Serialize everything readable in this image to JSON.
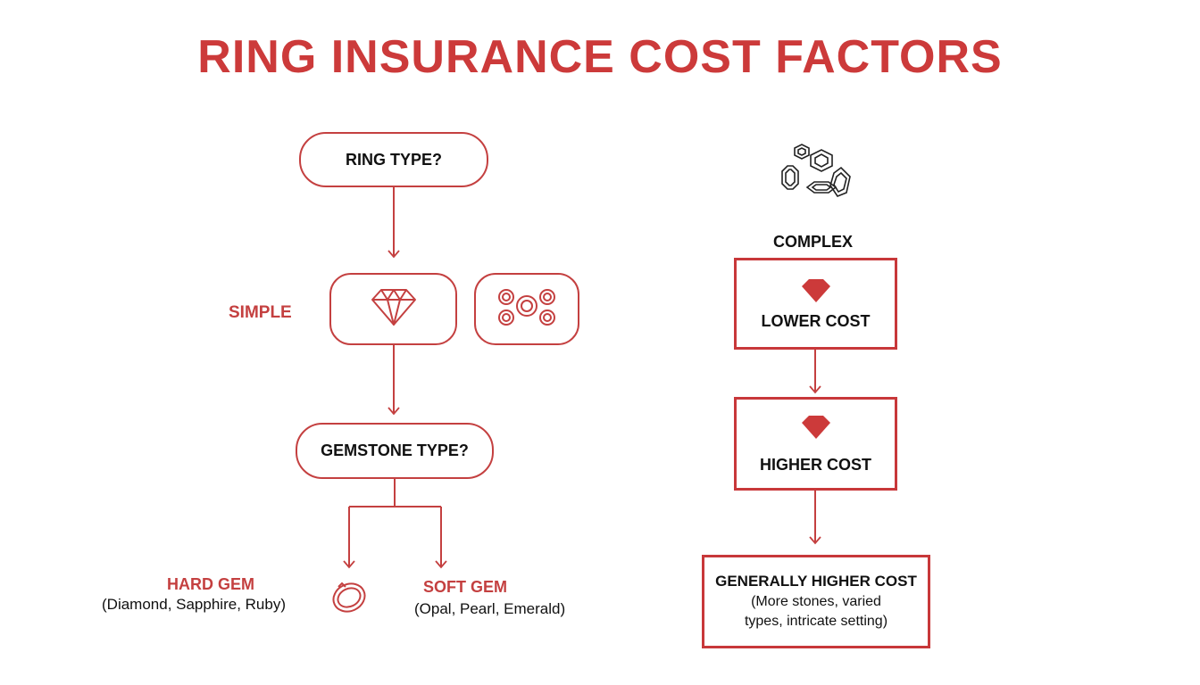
{
  "title": "RING INSURANCE COST FACTORS",
  "colors": {
    "accent": "#cc3a3a",
    "stroke": "#c44040",
    "text": "#111111"
  },
  "nodes": {
    "ring_type": "RING TYPE?",
    "simple_label": "SIMPLE",
    "gemstone_type": "GEMSTONE TYPE?",
    "hard_gem": {
      "title": "HARD GEM",
      "examples": "(Diamond, Sapphire, Ruby)"
    },
    "soft_gem": {
      "title": "SOFT GEM",
      "examples": "(Opal, Pearl, Emerald)"
    },
    "complex_label": "COMPLEX",
    "lower_cost": "LOWER COST",
    "higher_cost": "HIGHER COST",
    "generally_higher": {
      "title": "GENERALLY HIGHER COST",
      "line1": "(More stones, varied",
      "line2": "types, intricate setting)"
    }
  },
  "icons": [
    "single-diamond-icon",
    "multi-gem-cluster-icon",
    "gem-scatter-icon",
    "red-gem-icon",
    "ring-icon"
  ]
}
